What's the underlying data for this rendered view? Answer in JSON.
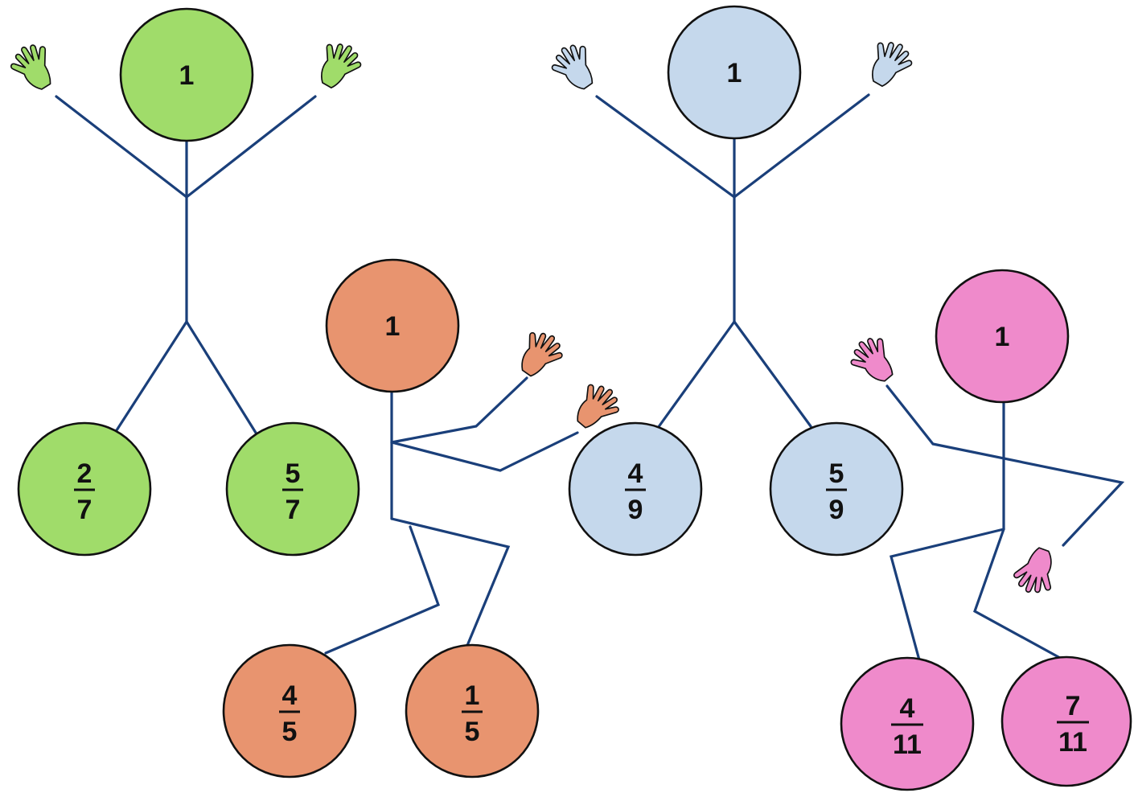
{
  "figures": [
    {
      "id": "green",
      "color": "#a0dc6a",
      "whole": "1",
      "left_part": {
        "numerator": "2",
        "denominator": "7"
      },
      "right_part": {
        "numerator": "5",
        "denominator": "7"
      }
    },
    {
      "id": "blue",
      "color": "#c5d8ec",
      "whole": "1",
      "left_part": {
        "numerator": "4",
        "denominator": "9"
      },
      "right_part": {
        "numerator": "5",
        "denominator": "9"
      }
    },
    {
      "id": "orange",
      "color": "#e8946f",
      "whole": "1",
      "left_part": {
        "numerator": "4",
        "denominator": "5"
      },
      "right_part": {
        "numerator": "1",
        "denominator": "5"
      }
    },
    {
      "id": "pink",
      "color": "#ef8acb",
      "whole": "1",
      "left_part": {
        "numerator": "4",
        "denominator": "11"
      },
      "right_part": {
        "numerator": "7",
        "denominator": "11"
      }
    }
  ],
  "outline_color": "#111111",
  "line_color": "#1a3f7a"
}
